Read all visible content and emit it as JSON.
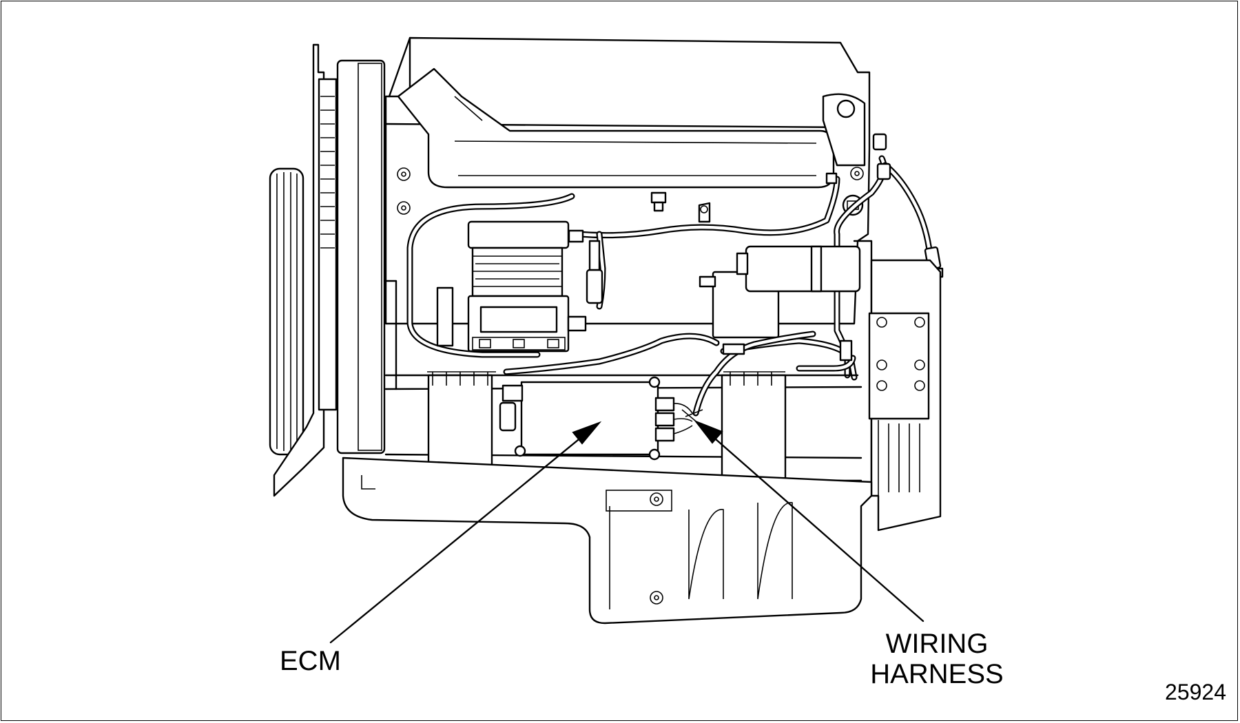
{
  "labels": {
    "ecm": "ECM",
    "wiring_harness_line1": "WIRING",
    "wiring_harness_line2": "HARNESS"
  },
  "figure_number": "25924"
}
